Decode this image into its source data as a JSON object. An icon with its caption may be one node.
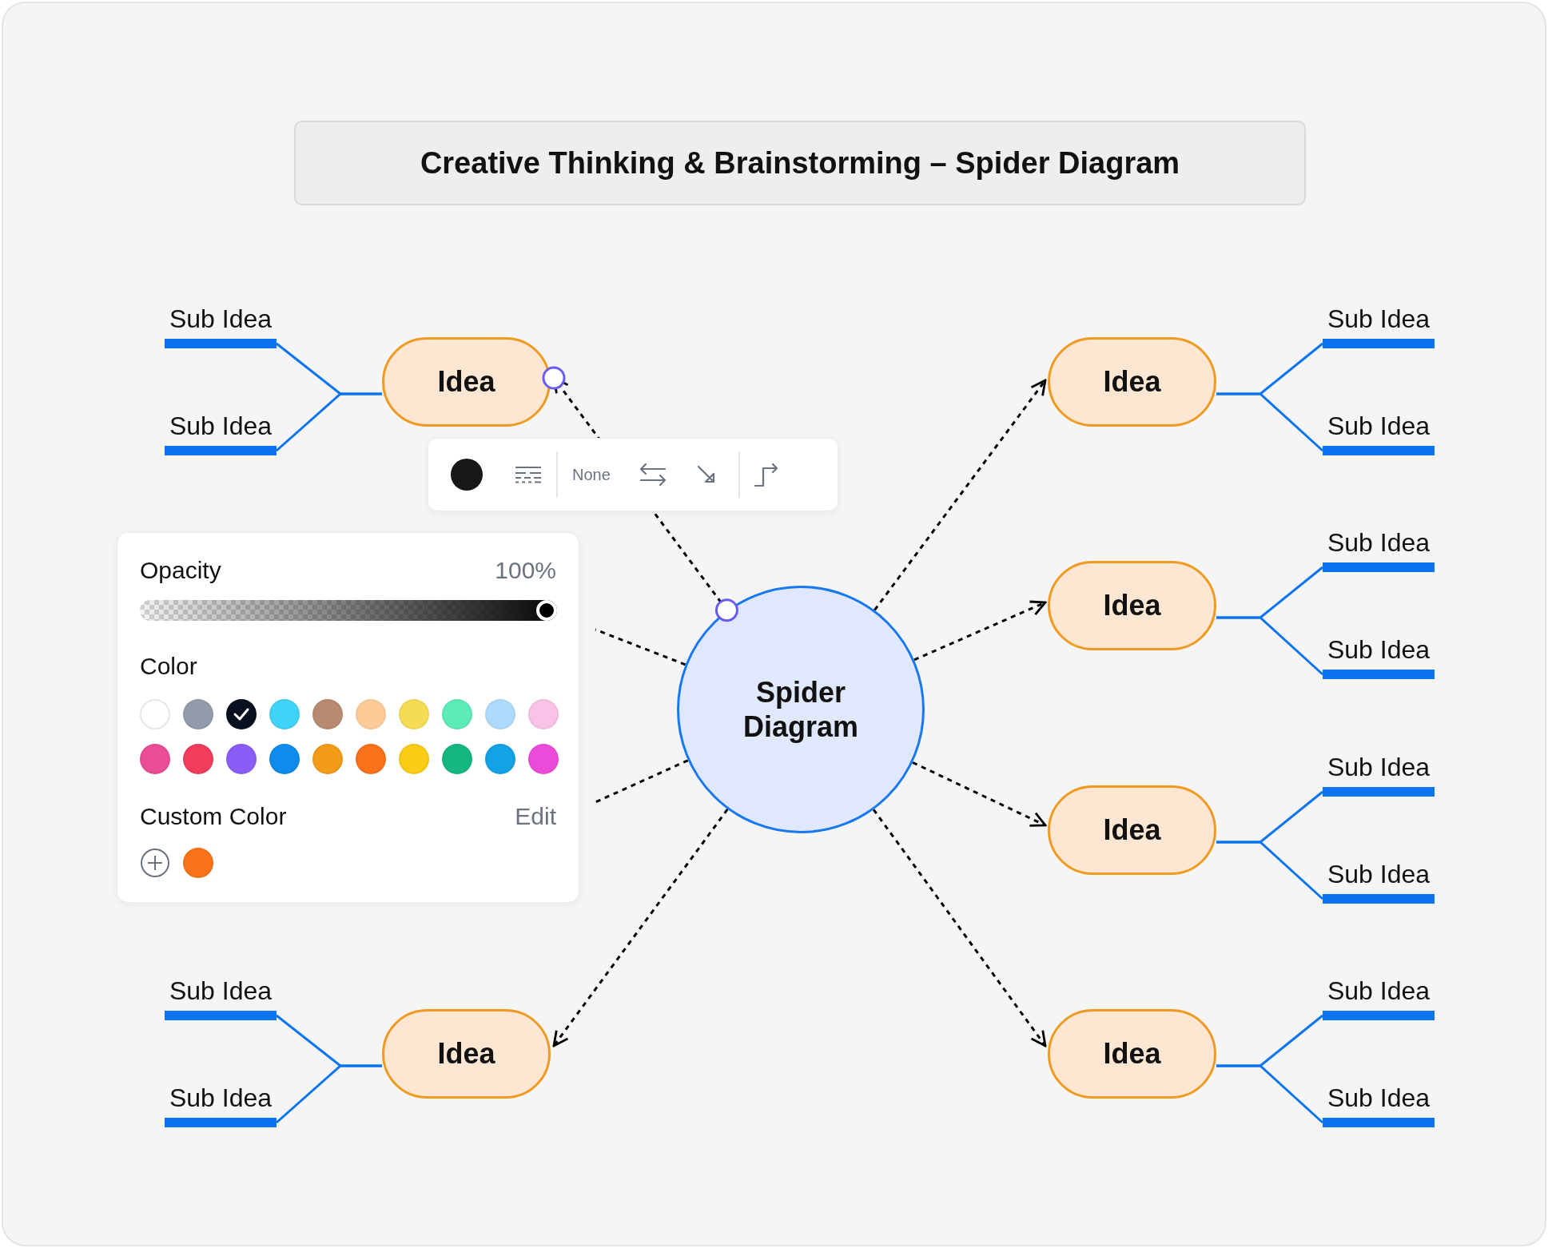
{
  "diagram": {
    "title": "Creative Thinking & Brainstorming – Spider Diagram",
    "nodes": [
      {
        "text": [
          "Spider Diagram"
        ]
      },
      {
        "text": [
          "Idea"
        ]
      },
      {
        "text": [
          "Idea"
        ]
      },
      {
        "text": [
          "Idea"
        ]
      },
      {
        "text": [
          "Idea"
        ]
      },
      {
        "text": [
          "Idea"
        ]
      },
      {
        "text": [
          "Idea"
        ]
      },
      {
        "text": [
          "Sub Idea"
        ]
      },
      {
        "text": [
          "Sub Idea"
        ]
      },
      {
        "text": [
          "Sub Idea"
        ]
      },
      {
        "text": [
          "Sub Idea"
        ]
      },
      {
        "text": [
          "Sub Idea"
        ]
      },
      {
        "text": [
          "Sub Idea"
        ]
      },
      {
        "text": [
          "Sub Idea"
        ]
      },
      {
        "text": [
          "Sub Idea"
        ]
      },
      {
        "text": [
          "Sub Idea"
        ]
      },
      {
        "text": [
          "Sub Idea"
        ]
      },
      {
        "text": [
          "Sub Idea"
        ]
      },
      {
        "text": [
          "Sub Idea"
        ]
      }
    ],
    "edges": [
      {
        "from": 0,
        "to": 1,
        "arrow": "to",
        "style": "dashed",
        "color": "#000000"
      },
      {
        "from": 0,
        "to": 2,
        "arrow": "to",
        "style": "dashed",
        "color": "#000000"
      },
      {
        "from": 0,
        "to": 3,
        "arrow": "to",
        "style": "dashed",
        "color": "#000000"
      },
      {
        "from": 0,
        "to": 4,
        "arrow": "to",
        "style": "dashed",
        "color": "#000000"
      },
      {
        "from": 0,
        "to": 5,
        "arrow": "to",
        "style": "dashed",
        "color": "#000000"
      },
      {
        "from": 0,
        "to": 6,
        "arrow": "to",
        "style": "dashed",
        "color": "#000000"
      },
      {
        "from": 0,
        "to": null,
        "arrow": "none",
        "style": "dashed",
        "color": "#000000"
      },
      {
        "from": 0,
        "to": null,
        "arrow": "none",
        "style": "dashed",
        "color": "#000000"
      },
      {
        "from": 1,
        "to": 7,
        "arrow": "none"
      },
      {
        "from": 1,
        "to": 8,
        "arrow": "none"
      },
      {
        "from": 2,
        "to": 9,
        "arrow": "none"
      },
      {
        "from": 2,
        "to": 10,
        "arrow": "none"
      },
      {
        "from": 3,
        "to": 11,
        "arrow": "none"
      },
      {
        "from": 3,
        "to": 12,
        "arrow": "none"
      },
      {
        "from": 4,
        "to": 13,
        "arrow": "none"
      },
      {
        "from": 4,
        "to": 14,
        "arrow": "none"
      },
      {
        "from": 5,
        "to": 15,
        "arrow": "none"
      },
      {
        "from": 5,
        "to": 16,
        "arrow": "none"
      },
      {
        "from": 6,
        "to": 17,
        "arrow": "none"
      },
      {
        "from": 6,
        "to": 18,
        "arrow": "none"
      }
    ],
    "labels": [
      "None",
      "Opacity",
      "100%",
      "Color",
      "Custom Color",
      "Edit"
    ]
  }
}
